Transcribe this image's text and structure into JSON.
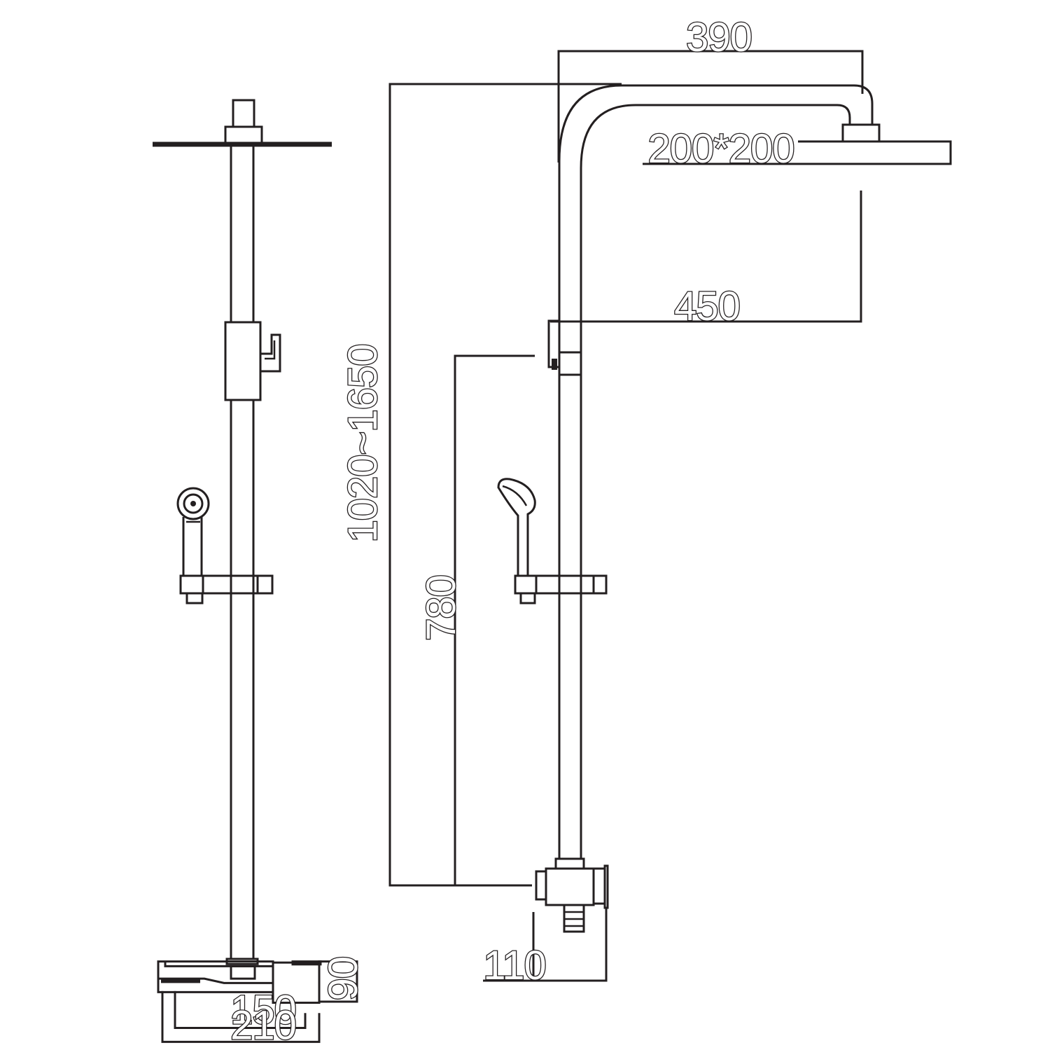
{
  "colors": {
    "line": "#231f20",
    "background": "#ffffff"
  },
  "dimensions": {
    "top_width": "390",
    "head_size": "200*200",
    "arm_reach": "450",
    "height_range": "1020~1650",
    "slide_height": "780",
    "valve_height": "90",
    "outlet_width": "150",
    "valve_width": "210",
    "wall_depth": "110"
  }
}
